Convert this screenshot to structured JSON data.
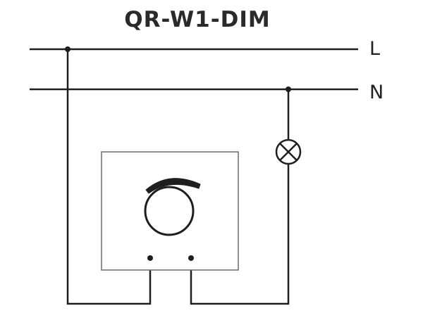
{
  "diagram": {
    "title": "QR-W1-DIM",
    "lines": {
      "live_label": "L",
      "neutral_label": "N"
    }
  },
  "colors": {
    "wire": "#1e1e1e",
    "box_stroke": "#6a6a6a",
    "text": "#222222"
  },
  "icons": {
    "lamp": "lamp-icon",
    "dimmer": "dimmer-knob-icon"
  }
}
